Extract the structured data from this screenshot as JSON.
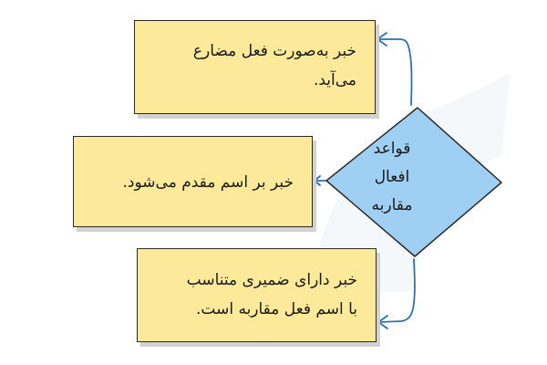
{
  "diagram": {
    "center": {
      "lines": [
        "قواعد",
        "افعال",
        "مقاربه"
      ]
    },
    "boxes": [
      {
        "lines": [
          "خبر به‌صورت فعل مضارع",
          "می‌آید."
        ]
      },
      {
        "lines": [
          "خبر بر اسم مقدم می‌شود."
        ]
      },
      {
        "lines": [
          "خبر دارای ضمیری متناسب",
          "با اسم فعل مقاربه است."
        ]
      }
    ],
    "colors": {
      "box_fill": "#fce99a",
      "diamond_fill": "#9fd0f4",
      "arrow": "#2f6fb3",
      "outline": "#2a2a2a"
    }
  }
}
